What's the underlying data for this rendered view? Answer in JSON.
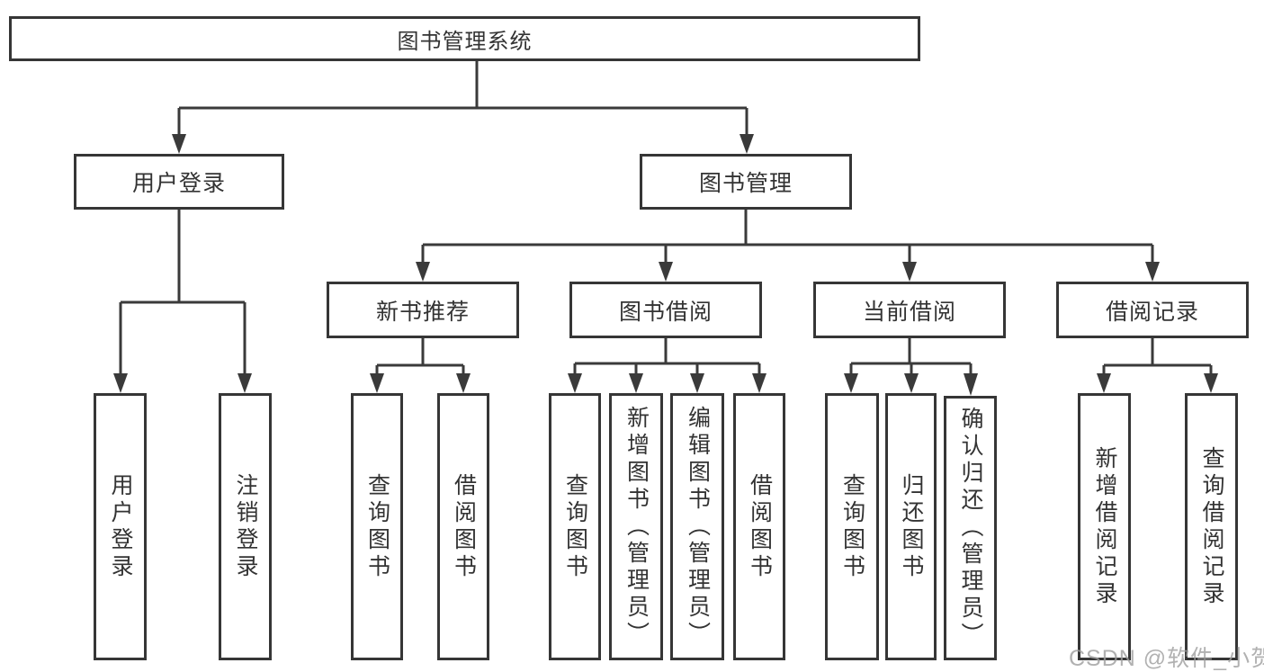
{
  "diagram": {
    "title": "图书管理系统",
    "nodes": {
      "root": "图书管理系统",
      "user_login": "用户登录",
      "book_mgmt": "图书管理",
      "login": "用户登录",
      "logout": "注销登录",
      "new_book_rec": "新书推荐",
      "book_borrow": "图书借阅",
      "current_borrow": "当前借阅",
      "borrow_record": "借阅记录",
      "query_book_1": "查询图书",
      "borrow_book_1": "借阅图书",
      "query_book_2": "查询图书",
      "add_book": "新增图书（管理员）",
      "edit_book": "编辑图书（管理员）",
      "borrow_book_2": "借阅图书",
      "query_book_3": "查询图书",
      "return_book": "归还图书",
      "confirm_return": "确认归还（管理员）",
      "add_borrow_record": "新增借阅记录",
      "query_borrow_record": "查询借阅记录"
    },
    "hierarchy": {
      "图书管理系统": [
        "用户登录",
        "图书管理"
      ],
      "用户登录": [
        "用户登录",
        "注销登录"
      ],
      "图书管理": [
        "新书推荐",
        "图书借阅",
        "当前借阅",
        "借阅记录"
      ],
      "新书推荐": [
        "查询图书",
        "借阅图书"
      ],
      "图书借阅": [
        "查询图书",
        "新增图书（管理员）",
        "编辑图书（管理员）",
        "借阅图书"
      ],
      "当前借阅": [
        "查询图书",
        "归还图书",
        "确认归还（管理员）"
      ],
      "借阅记录": [
        "新增借阅记录",
        "查询借阅记录"
      ]
    }
  },
  "watermark": "CSDN @软件_小贺同学",
  "colors": {
    "line": "#3a3a3a",
    "border": "#363636",
    "text": "#333333",
    "watermark": "#9e9e9e",
    "background": "#ffffff"
  }
}
